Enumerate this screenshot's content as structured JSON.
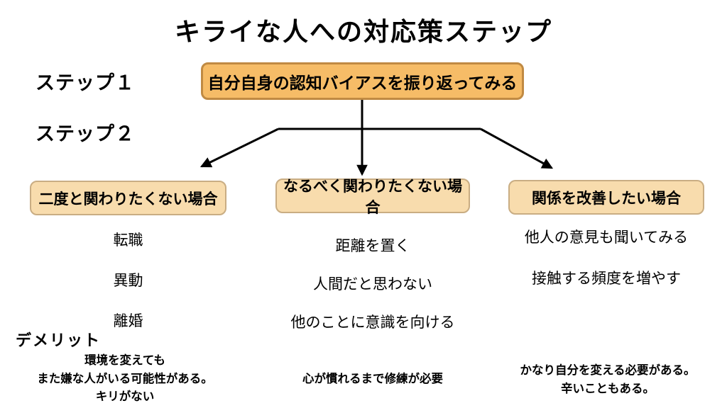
{
  "title": "キライな人への対応策ステップ",
  "steps": {
    "step1_label": "ステップ１",
    "step2_label": "ステップ２"
  },
  "step1_box": "自分自身の認知バイアスを振り返ってみる",
  "columns": [
    {
      "header": "二度と関わりたくない場合",
      "items": [
        "転職",
        "異動",
        "離婚"
      ],
      "demerit_lines": [
        "環境を変えても",
        "また嫌な人がいる可能性がある。",
        "キリがない"
      ]
    },
    {
      "header": "なるべく関わりたくない場合",
      "items": [
        "距離を置く",
        "人間だと思わない",
        "他のことに意識を向ける"
      ],
      "demerit_lines": [
        "心が慣れるまで修練が必要"
      ]
    },
    {
      "header": "関係を改善したい場合",
      "items": [
        "他人の意見も聞いてみる",
        "接触する頻度を増やす"
      ],
      "demerit_lines": [
        "かなり自分を変える必要がある。",
        "辛いこともある。"
      ]
    }
  ],
  "demerit_heading": "デメリット",
  "colors": {
    "background": "#FFFFFF",
    "step1_fill": "#F6BC67",
    "step1_border": "#C08A43",
    "category_fill": "#F8DCAD",
    "category_border": "#C9AD83",
    "arrow": "#000000",
    "text": "#000000"
  }
}
